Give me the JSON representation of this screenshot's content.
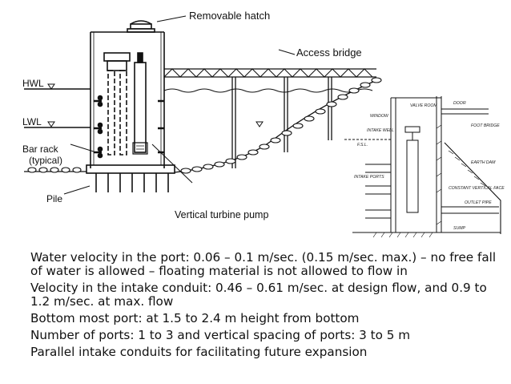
{
  "diagram": {
    "labels": {
      "removable_hatch": "Removable hatch",
      "access_bridge": "Access bridge",
      "hwl": "HWL",
      "lwl": "LWL",
      "bar_rack": "Bar rack",
      "bar_rack_sub": "(typical)",
      "pile": "Pile",
      "vertical_turbine_pump": "Vertical turbine pump"
    },
    "inset_labels": {
      "valve_room": "VALVE ROOM",
      "door": "DOOR",
      "window": "WINDOW",
      "foot_bridge": "FOOT BRIDGE",
      "intake_well": "INTAKE WELL",
      "fsl": "F.S.L.",
      "earth_dam": "EARTH DAM",
      "intake_ports": "INTAKE PORTS",
      "vertical_face": "CONSTANT VERTICAL FACE",
      "outlet_pipe": "OUTLET PIPE",
      "sump": "SUMP"
    }
  },
  "bullets": [
    "Water velocity in the port: 0.06 – 0.1 m/sec. (0.15 m/sec. max.) – no free fall of water is allowed – floating material is not allowed to flow in",
    "Velocity in the intake conduit: 0.46 – 0.61 m/sec. at design flow, and 0.9 to 1.2 m/sec. at max. flow",
    "Bottom most port: at 1.5 to 2.4 m height from bottom",
    "Number of ports: 1 to 3 and vertical spacing of ports: 3 to 5 m",
    "Parallel intake conduits for facilitating future expansion"
  ]
}
